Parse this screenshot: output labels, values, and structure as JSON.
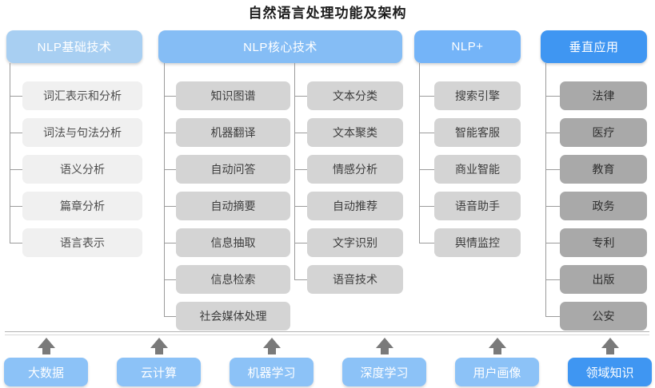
{
  "title": "自然语言处理功能及架构",
  "columns": [
    {
      "id": "nlp-basic",
      "header": "NLP基础技术",
      "header_color": "#a8cff2",
      "item_style": "light",
      "items": [
        "词汇表示和分析",
        "词法与句法分析",
        "语义分析",
        "篇章分析",
        "语言表示"
      ]
    },
    {
      "id": "nlp-core-left",
      "header": "NLP核心技术",
      "header_color": "#85bdf5",
      "item_style": "mid",
      "items": [
        "知识图谱",
        "机器翻译",
        "自动问答",
        "自动摘要",
        "信息抽取",
        "信息检索",
        "社会媒体处理"
      ]
    },
    {
      "id": "nlp-core-right",
      "header": "",
      "header_color": "#85bdf5",
      "item_style": "mid",
      "items": [
        "文本分类",
        "文本聚类",
        "情感分析",
        "自动推荐",
        "文字识别",
        "语音技术"
      ]
    },
    {
      "id": "nlp-plus",
      "header": "NLP+",
      "header_color": "#74b4f8",
      "item_style": "mid",
      "items": [
        "搜索引擎",
        "智能客服",
        "商业智能",
        "语音助手",
        "舆情监控"
      ]
    },
    {
      "id": "vertical-apps",
      "header": "垂直应用",
      "header_color": "#3f96f2",
      "item_style": "dark",
      "items": [
        "法律",
        "医疗",
        "教育",
        "政务",
        "专利",
        "出版",
        "公安"
      ]
    }
  ],
  "foundation": {
    "items": [
      "大数据",
      "云计算",
      "机器学习",
      "深度学习",
      "用户画像",
      "领域知识"
    ],
    "accent": "#8cc2f7",
    "accent_strong": "#3f96f2",
    "arrow_color": "#7a7a7a"
  }
}
